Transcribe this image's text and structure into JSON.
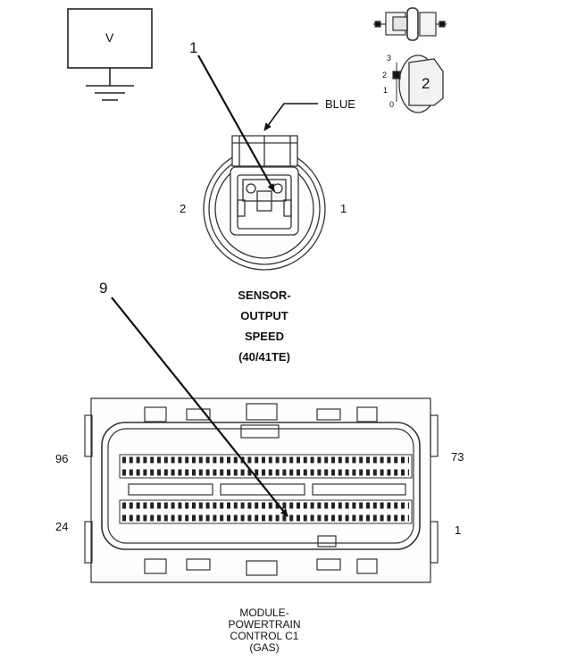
{
  "ground_symbol": {
    "label": "V",
    "icon": "ground-icon"
  },
  "key": {
    "outline_label": "2",
    "scale_labels": [
      "3",
      "2",
      "1",
      "0"
    ]
  },
  "callouts": {
    "sensor_pin": "1",
    "pcm_pin": "9"
  },
  "sensor_connector": {
    "wire_color": "BLUE",
    "cavity_left": "2",
    "cavity_right": "1",
    "title_lines": [
      "SENSOR-",
      "OUTPUT",
      "SPEED",
      "(40/41TE)"
    ]
  },
  "pcm_connector": {
    "cavity_top_left": "96",
    "cavity_top_right": "73",
    "cavity_bottom_left": "24",
    "cavity_bottom_right": "1",
    "title_lines": [
      "MODULE-",
      "POWERTRAIN",
      "CONTROL C1",
      "(GAS)"
    ]
  }
}
